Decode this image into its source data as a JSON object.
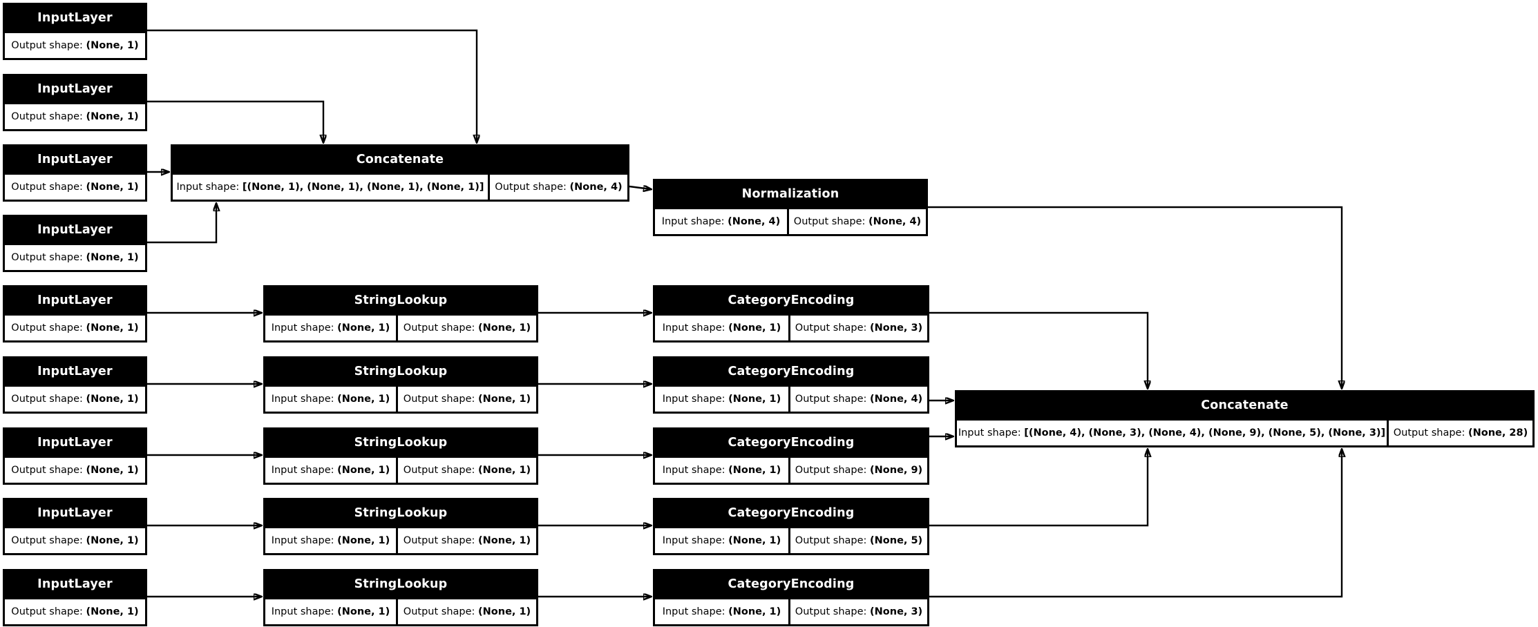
{
  "diagram": {
    "type": "keras-model-architecture-graph",
    "colors": {
      "background": "#ffffff",
      "node_fill": "#000000",
      "title_text": "#ffffff",
      "cell_fill": "#ffffff",
      "cell_text": "#000000",
      "edge": "#000000"
    }
  },
  "nodes": [
    {
      "id": "input_1",
      "title": "InputLayer",
      "cells": [
        {
          "prefix": "Output shape: ",
          "value": "(None, 1)"
        }
      ]
    },
    {
      "id": "input_2",
      "title": "InputLayer",
      "cells": [
        {
          "prefix": "Output shape: ",
          "value": "(None, 1)"
        }
      ]
    },
    {
      "id": "input_3",
      "title": "InputLayer",
      "cells": [
        {
          "prefix": "Output shape: ",
          "value": "(None, 1)"
        }
      ]
    },
    {
      "id": "input_4",
      "title": "InputLayer",
      "cells": [
        {
          "prefix": "Output shape: ",
          "value": "(None, 1)"
        }
      ]
    },
    {
      "id": "input_5",
      "title": "InputLayer",
      "cells": [
        {
          "prefix": "Output shape: ",
          "value": "(None, 1)"
        }
      ]
    },
    {
      "id": "input_6",
      "title": "InputLayer",
      "cells": [
        {
          "prefix": "Output shape: ",
          "value": "(None, 1)"
        }
      ]
    },
    {
      "id": "input_7",
      "title": "InputLayer",
      "cells": [
        {
          "prefix": "Output shape: ",
          "value": "(None, 1)"
        }
      ]
    },
    {
      "id": "input_8",
      "title": "InputLayer",
      "cells": [
        {
          "prefix": "Output shape: ",
          "value": "(None, 1)"
        }
      ]
    },
    {
      "id": "input_9",
      "title": "InputLayer",
      "cells": [
        {
          "prefix": "Output shape: ",
          "value": "(None, 1)"
        }
      ]
    },
    {
      "id": "concatenate_1",
      "title": "Concatenate",
      "cells": [
        {
          "prefix": "Input shape: ",
          "value": "[(None, 1), (None, 1), (None, 1), (None, 1)]"
        },
        {
          "prefix": "Output shape: ",
          "value": "(None, 4)"
        }
      ]
    },
    {
      "id": "normalization",
      "title": "Normalization",
      "cells": [
        {
          "prefix": "Input shape: ",
          "value": "(None, 4)"
        },
        {
          "prefix": "Output shape: ",
          "value": "(None, 4)"
        }
      ]
    },
    {
      "id": "string_lookup_1",
      "title": "StringLookup",
      "cells": [
        {
          "prefix": "Input shape: ",
          "value": "(None, 1)"
        },
        {
          "prefix": "Output shape: ",
          "value": "(None, 1)"
        }
      ]
    },
    {
      "id": "string_lookup_2",
      "title": "StringLookup",
      "cells": [
        {
          "prefix": "Input shape: ",
          "value": "(None, 1)"
        },
        {
          "prefix": "Output shape: ",
          "value": "(None, 1)"
        }
      ]
    },
    {
      "id": "string_lookup_3",
      "title": "StringLookup",
      "cells": [
        {
          "prefix": "Input shape: ",
          "value": "(None, 1)"
        },
        {
          "prefix": "Output shape: ",
          "value": "(None, 1)"
        }
      ]
    },
    {
      "id": "string_lookup_4",
      "title": "StringLookup",
      "cells": [
        {
          "prefix": "Input shape: ",
          "value": "(None, 1)"
        },
        {
          "prefix": "Output shape: ",
          "value": "(None, 1)"
        }
      ]
    },
    {
      "id": "string_lookup_5",
      "title": "StringLookup",
      "cells": [
        {
          "prefix": "Input shape: ",
          "value": "(None, 1)"
        },
        {
          "prefix": "Output shape: ",
          "value": "(None, 1)"
        }
      ]
    },
    {
      "id": "category_encoding_1",
      "title": "CategoryEncoding",
      "cells": [
        {
          "prefix": "Input shape: ",
          "value": "(None, 1)"
        },
        {
          "prefix": "Output shape: ",
          "value": "(None, 3)"
        }
      ]
    },
    {
      "id": "category_encoding_2",
      "title": "CategoryEncoding",
      "cells": [
        {
          "prefix": "Input shape: ",
          "value": "(None, 1)"
        },
        {
          "prefix": "Output shape: ",
          "value": "(None, 4)"
        }
      ]
    },
    {
      "id": "category_encoding_3",
      "title": "CategoryEncoding",
      "cells": [
        {
          "prefix": "Input shape: ",
          "value": "(None, 1)"
        },
        {
          "prefix": "Output shape: ",
          "value": "(None, 9)"
        }
      ]
    },
    {
      "id": "category_encoding_4",
      "title": "CategoryEncoding",
      "cells": [
        {
          "prefix": "Input shape: ",
          "value": "(None, 1)"
        },
        {
          "prefix": "Output shape: ",
          "value": "(None, 5)"
        }
      ]
    },
    {
      "id": "category_encoding_5",
      "title": "CategoryEncoding",
      "cells": [
        {
          "prefix": "Input shape: ",
          "value": "(None, 1)"
        },
        {
          "prefix": "Output shape: ",
          "value": "(None, 3)"
        }
      ]
    },
    {
      "id": "concatenate_2",
      "title": "Concatenate",
      "cells": [
        {
          "prefix": "Input shape: ",
          "value": "[(None, 4), (None, 3), (None, 4), (None, 9), (None, 5), (None, 3)]"
        },
        {
          "prefix": "Output shape: ",
          "value": "(None, 28)"
        }
      ]
    }
  ],
  "edges": [
    {
      "from": "input_1",
      "to": "concatenate_1"
    },
    {
      "from": "input_2",
      "to": "concatenate_1"
    },
    {
      "from": "input_3",
      "to": "concatenate_1"
    },
    {
      "from": "input_4",
      "to": "concatenate_1"
    },
    {
      "from": "concatenate_1",
      "to": "normalization"
    },
    {
      "from": "normalization",
      "to": "concatenate_2"
    },
    {
      "from": "input_5",
      "to": "string_lookup_1"
    },
    {
      "from": "input_6",
      "to": "string_lookup_2"
    },
    {
      "from": "input_7",
      "to": "string_lookup_3"
    },
    {
      "from": "input_8",
      "to": "string_lookup_4"
    },
    {
      "from": "input_9",
      "to": "string_lookup_5"
    },
    {
      "from": "string_lookup_1",
      "to": "category_encoding_1"
    },
    {
      "from": "string_lookup_2",
      "to": "category_encoding_2"
    },
    {
      "from": "string_lookup_3",
      "to": "category_encoding_3"
    },
    {
      "from": "string_lookup_4",
      "to": "category_encoding_4"
    },
    {
      "from": "string_lookup_5",
      "to": "category_encoding_5"
    },
    {
      "from": "category_encoding_1",
      "to": "concatenate_2"
    },
    {
      "from": "category_encoding_2",
      "to": "concatenate_2"
    },
    {
      "from": "category_encoding_3",
      "to": "concatenate_2"
    },
    {
      "from": "category_encoding_4",
      "to": "concatenate_2"
    },
    {
      "from": "category_encoding_5",
      "to": "concatenate_2"
    }
  ]
}
